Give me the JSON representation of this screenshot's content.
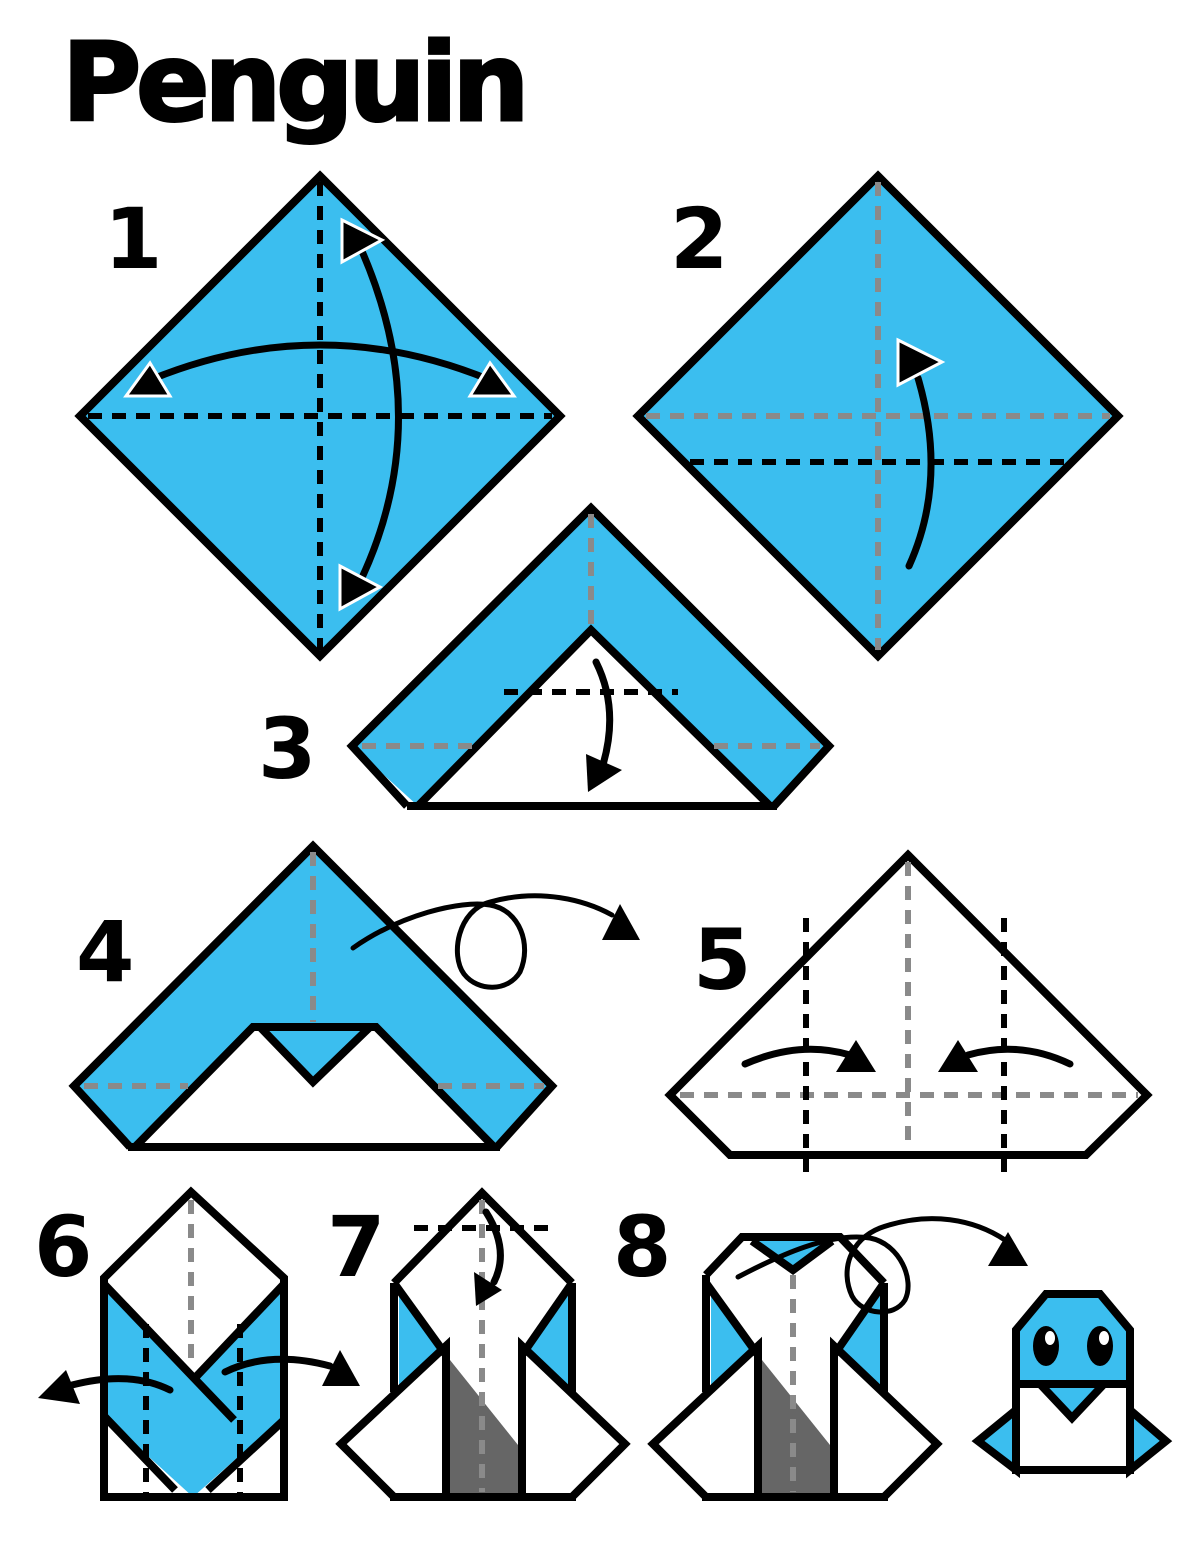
{
  "title": "Penguin",
  "steps": [
    {
      "label": "1"
    },
    {
      "label": "2"
    },
    {
      "label": "3"
    },
    {
      "label": "4"
    },
    {
      "label": "5"
    },
    {
      "label": "6"
    },
    {
      "label": "7"
    },
    {
      "label": "8"
    }
  ],
  "colors": {
    "paper_blue": "#3BBEEF",
    "paper_white": "#FFFFFF",
    "outline": "#000000",
    "crease_gray": "#8A8A8A",
    "shadow": "#666666"
  }
}
